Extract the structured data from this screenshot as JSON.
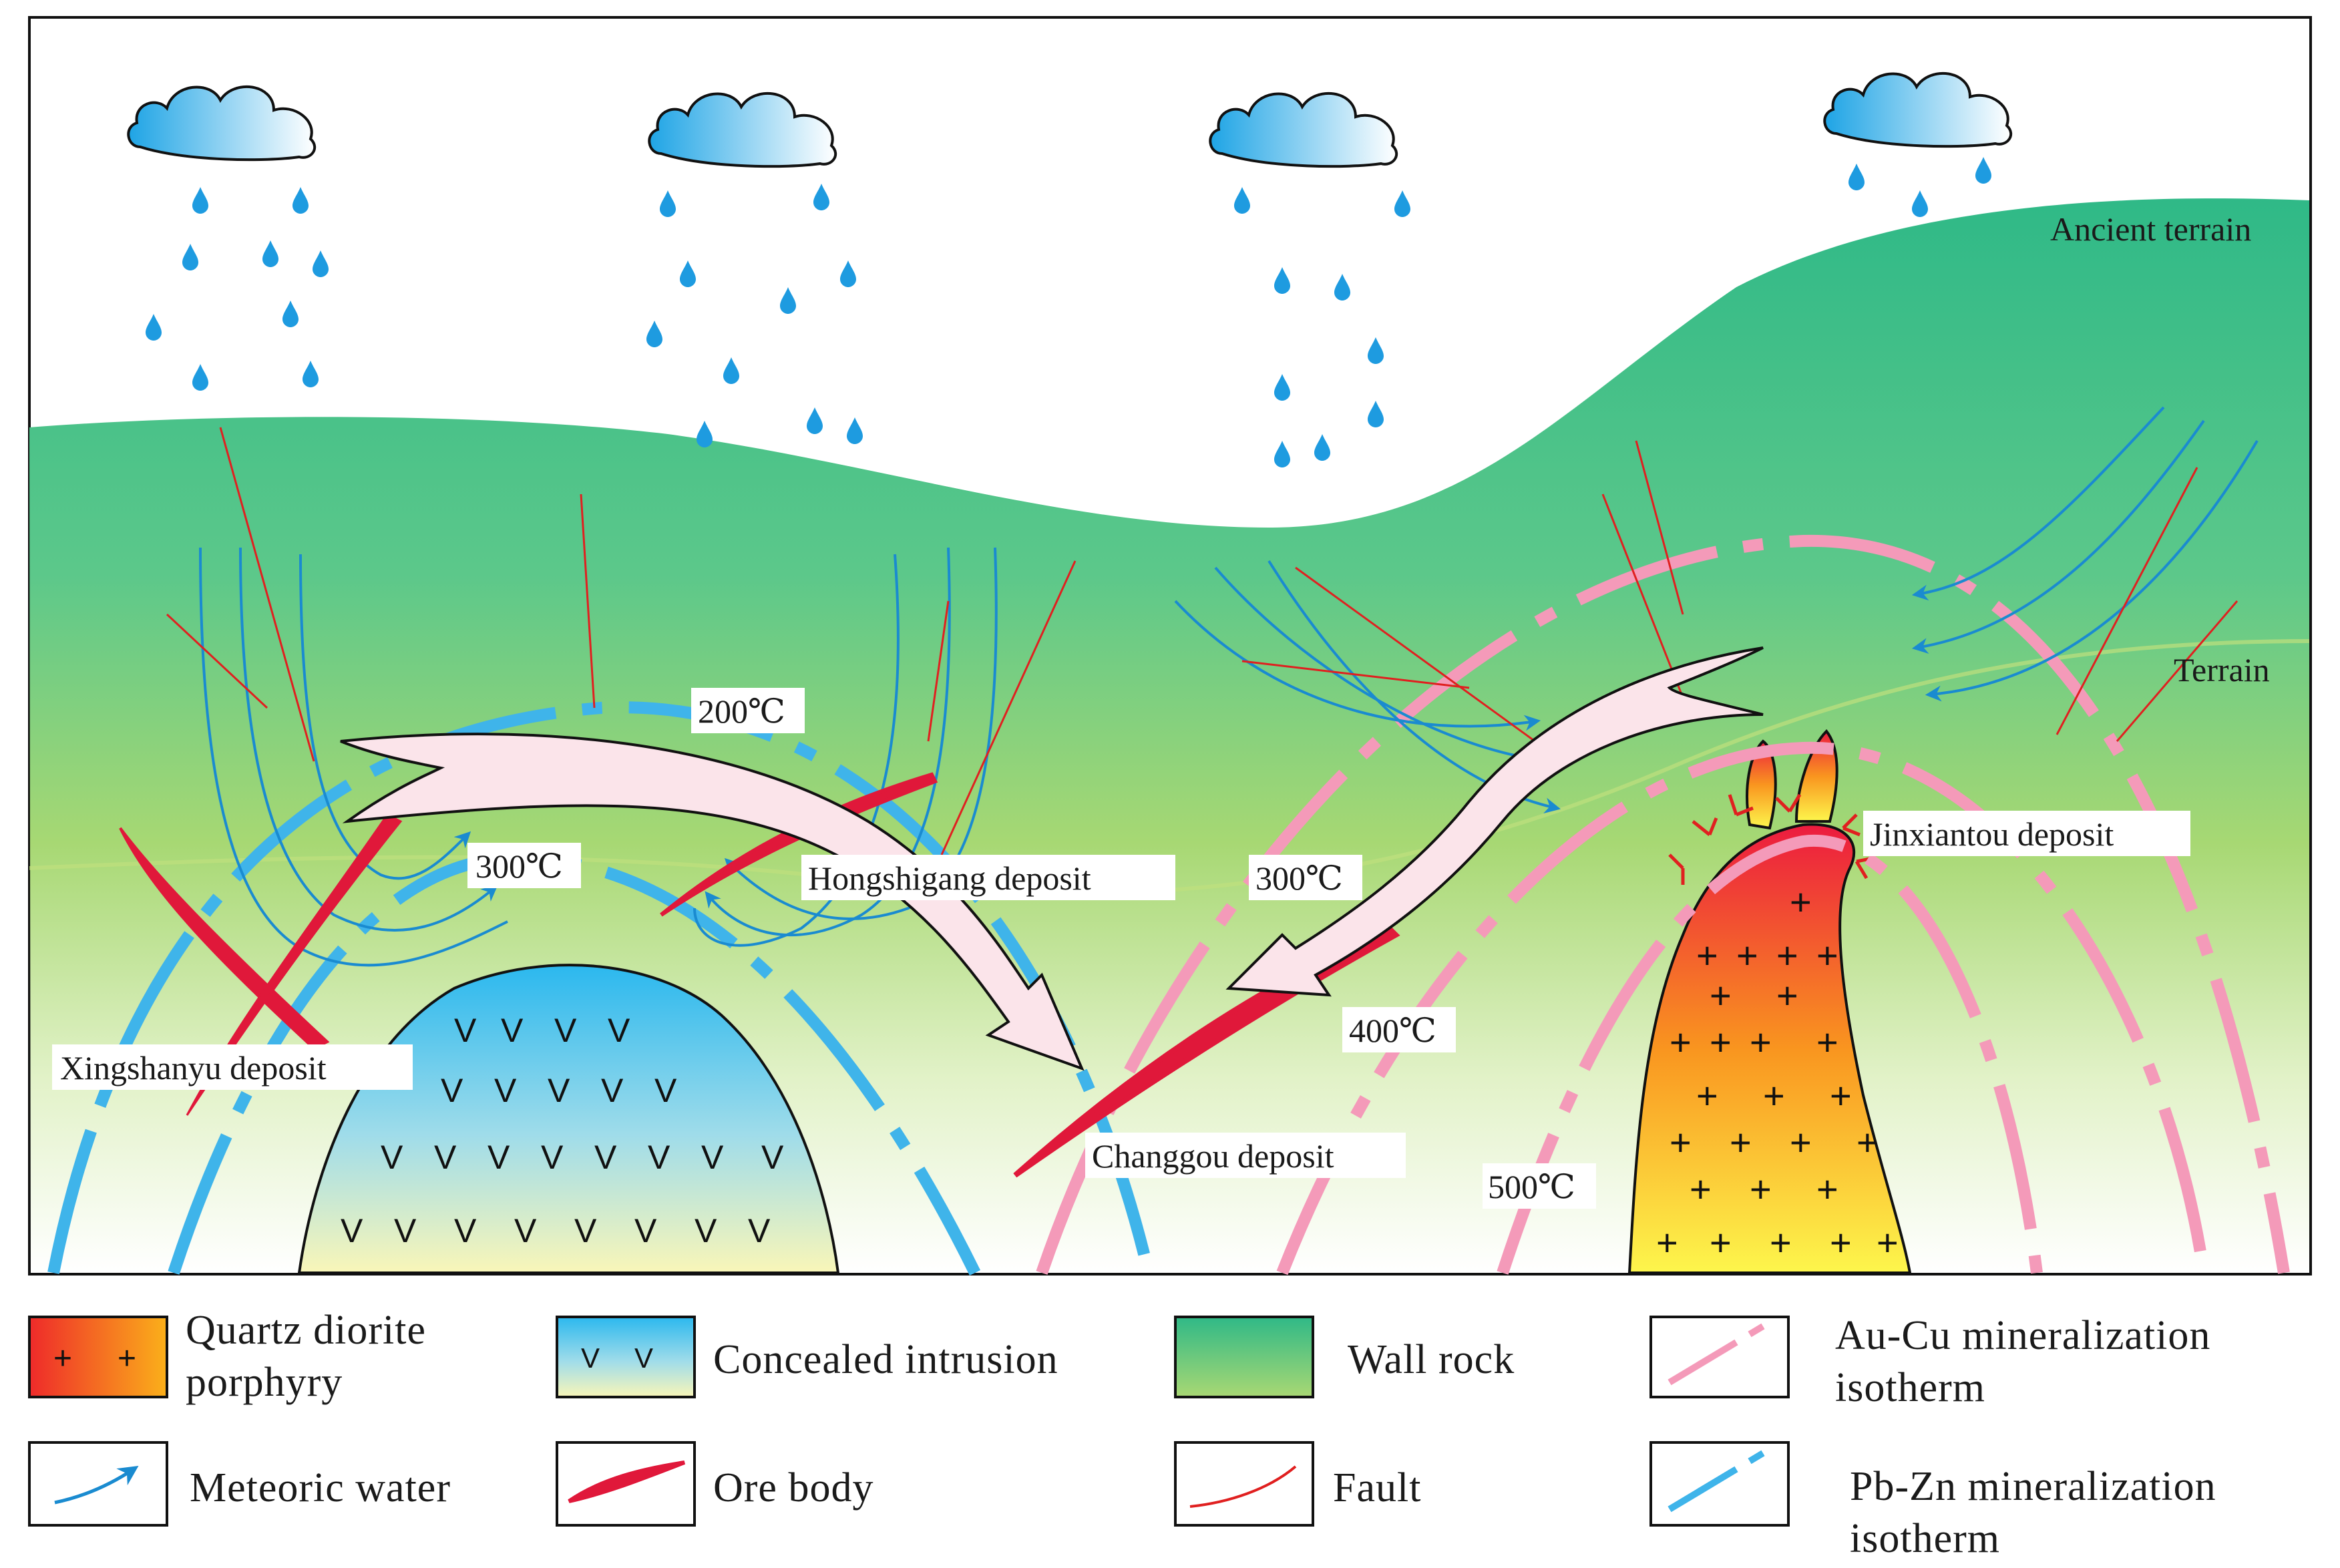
{
  "diagram": {
    "terrain_labels": {
      "ancient": "Ancient terrain",
      "current": "Terrain"
    },
    "deposits": {
      "xingshanyu": "Xingshanyu deposit",
      "hongshigang": "Hongshigang deposit",
      "changgou": "Changgou deposit",
      "jinxiantou": "Jinxiantou deposit"
    },
    "isotherm_labels": {
      "pbzn_200": "200℃",
      "pbzn_300": "300℃",
      "aucu_300": "300℃",
      "aucu_400": "400℃",
      "aucu_500": "500℃"
    },
    "intrusion_symbol": "V",
    "porphyry_symbol": "+"
  },
  "legend": {
    "quartz_diorite_line1": "Quartz diorite",
    "quartz_diorite_line2": "porphyry",
    "concealed_intrusion": "Concealed intrusion",
    "wall_rock": "Wall rock",
    "aucu_line1": "Au-Cu mineralization",
    "aucu_line2": "isotherm",
    "meteoric_water": "Meteoric water",
    "ore_body": "Ore body",
    "fault": "Fault",
    "pbzn_line1": "Pb-Zn mineralization",
    "pbzn_line2": "isotherm"
  },
  "colors": {
    "wall_rock": "#3dbf8a",
    "pbzn_isotherm": "#3fb4ea",
    "aucu_isotherm": "#f49ab9",
    "fault": "#e02020",
    "ore_body": "#e0183a",
    "meteoric_water": "#1a8bd0",
    "rain": "#1e9be0",
    "fluid_arrow": "#fbe4ea"
  }
}
